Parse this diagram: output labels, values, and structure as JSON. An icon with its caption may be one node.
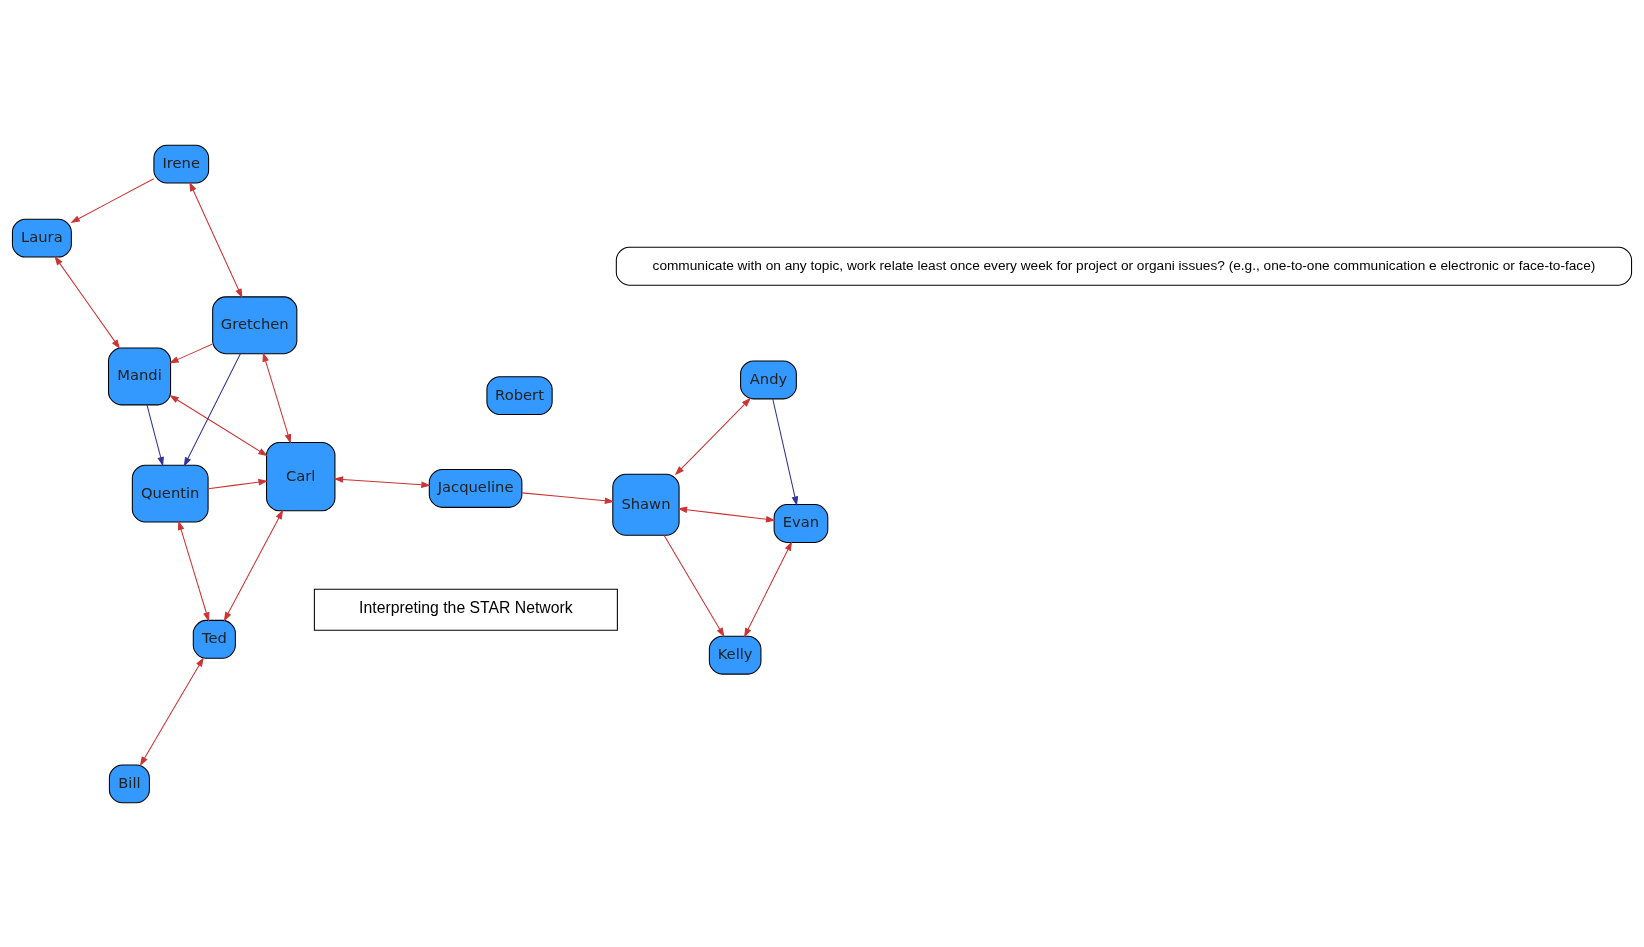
{
  "diagram": {
    "nodes": [
      {
        "text": [
          "Robert"
        ]
      },
      {
        "text": [
          "Laura"
        ]
      },
      {
        "text": [
          "Irene"
        ]
      },
      {
        "text": [
          "Mandi"
        ]
      },
      {
        "text": [
          "Gretchen"
        ]
      },
      {
        "text": [
          "Carl"
        ]
      },
      {
        "text": [
          "Quentin"
        ]
      },
      {
        "text": [
          "Ted"
        ]
      },
      {
        "text": [
          "Bill"
        ]
      },
      {
        "text": [
          "Jacqueline"
        ]
      },
      {
        "text": [
          "Shawn"
        ]
      },
      {
        "text": [
          "Kelly"
        ]
      },
      {
        "text": [
          "Evan"
        ]
      },
      {
        "text": [
          "Andy"
        ]
      },
      {
        "text": [
          "communicate with on any topic, work relate least once every week for project or organi issues? (e.g., one-to-one communication e electronic or face-to-face)"
        ]
      },
      {
        "text": [
          "Interpreting the STAR Network"
        ]
      }
    ],
    "edges": [
      {
        "from": 2,
        "to": 1,
        "arrow": "to"
      },
      {
        "from": 1,
        "to": 3,
        "arrow": "both"
      },
      {
        "from": 4,
        "to": 2,
        "arrow": "both"
      },
      {
        "from": 4,
        "to": 3,
        "arrow": "to"
      },
      {
        "from": 3,
        "to": 6,
        "arrow": "to",
        "color": "#333399"
      },
      {
        "from": 4,
        "to": 6,
        "arrow": "to",
        "color": "#333399"
      },
      {
        "from": 3,
        "to": 5,
        "arrow": "both"
      },
      {
        "from": 4,
        "to": 5,
        "arrow": "both"
      },
      {
        "from": 6,
        "to": 5,
        "arrow": "to"
      },
      {
        "from": 6,
        "to": 7,
        "arrow": "both"
      },
      {
        "from": 5,
        "to": 7,
        "arrow": "both"
      },
      {
        "from": 8,
        "to": 7,
        "arrow": "both"
      },
      {
        "from": 9,
        "to": 5,
        "arrow": "both"
      },
      {
        "from": 9,
        "to": 10,
        "arrow": "to"
      },
      {
        "from": 10,
        "to": 11,
        "arrow": "to"
      },
      {
        "from": 11,
        "to": 12,
        "arrow": "both"
      },
      {
        "from": 10,
        "to": 12,
        "arrow": "both"
      },
      {
        "from": 10,
        "to": 13,
        "arrow": "both"
      },
      {
        "from": 13,
        "to": 12,
        "arrow": "to",
        "color": "#333399"
      }
    ]
  }
}
